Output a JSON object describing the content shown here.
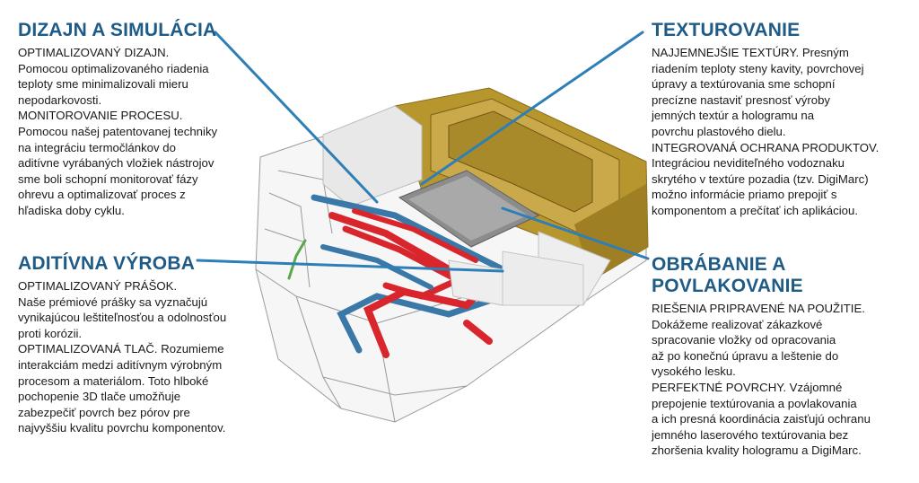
{
  "sections": {
    "design": {
      "title": "DIZAJN A SIMULÁCIA",
      "body": "OPTIMALIZOVANÝ DIZAJN.\nPomocou optimalizovaného riadenia\nteploty sme minimalizovali mieru\nnepodarkovosti.\nMONITOROVANIE PROCESU.\nPomocou našej patentovanej techniky\nna integráciu termočlánkov do\naditívne vyrábaných vložiek nástrojov\nsme boli schopní monitorovať fázy\nohrevu a optimalizovať proces z\nhľadiska doby cyklu."
    },
    "additive": {
      "title": "ADITÍVNA VÝROBA",
      "body": "OPTIMALIZOVANÝ PRÁŠOK.\nNaše prémiové prášky sa vyznačujú\nvynikajúcou leštiteľnosťou a odolnosťou\nproti korózii.\nOPTIMALIZOVANÁ TLAČ. Rozumieme\ninterakciám medzi aditívnym výrobným\nprocesom a materiálom. Toto hlboké\npochopenie 3D tlače umožňuje\nzabezpečiť povrch bez pórov pre\nnajvyššiu kvalitu povrchu komponentov."
    },
    "texturing": {
      "title": "TEXTUROVANIE",
      "body": "NAJJEMNEJŠIE TEXTÚRY. Presným\nriadením teploty steny kavity, povrchovej\núpravy a textúrovania sme schopní\nprecízne nastaviť presnosť výroby\njemných textúr a hologramu na\npovrchu plastového dielu.\nINTEGROVANÁ OCHRANA PRODUKTOV.\nIntegráciou neviditeľného vodoznaku\nskrytého v textúre pozadia (tzv. DigiMarc)\nmožno informácie priamo prepojiť s\nkomponentom a prečítať ich aplikáciou."
    },
    "machining": {
      "title_line1": "OBRÁBANIE A",
      "title_line2": "POVLAKOVANIE",
      "body": "RIEŠENIA PRIPRAVENÉ NA POUŽITIE.\nDokážeme realizovať zákazkové\nspracovanie vložky od opracovania\naž po konečnú úpravu a leštenie do\nvysokého lesku.\nPERFEKTNÉ POVRCHY. Vzájomné\nprepojenie textúrovania a povlakovania\na ich presná koordinácia zaisťujú ochranu\njemného laserového textúrovania bez\nzhoršenia kvality hologramu a DigiMarc."
    }
  },
  "colors": {
    "heading": "#1f5b87",
    "leader_line": "#2e7fb8",
    "gold": "#b8962e",
    "channel_red": "#d8262c",
    "channel_blue": "#3a78a8",
    "thermocouple_green": "#5aa84a"
  }
}
